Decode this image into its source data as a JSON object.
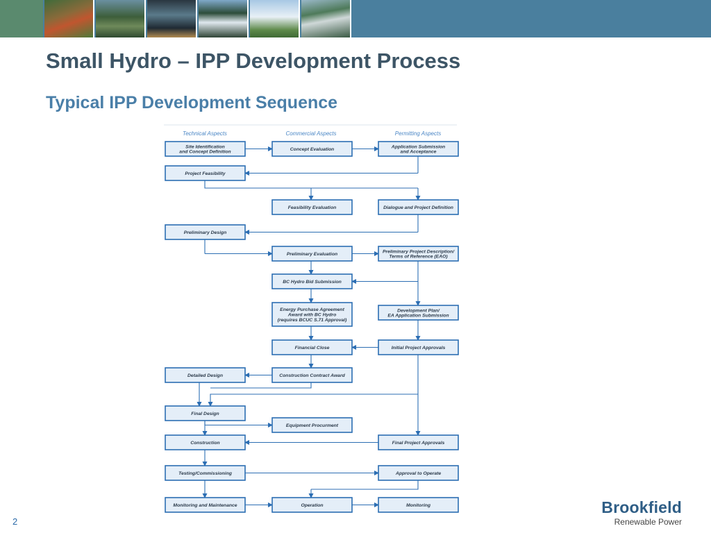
{
  "slide": {
    "title": "Small Hydro – IPP Development Process",
    "subtitle": "Typical IPP Development Sequence",
    "page_number": "2"
  },
  "logo": {
    "name": "Brookfield",
    "tagline": "Renewable Power"
  },
  "colors": {
    "banner": "#4a7f9e",
    "title": "#3d5566",
    "subtitle": "#4a7fa8",
    "box_fill": "#e4eef8",
    "box_stroke": "#2c6eb3",
    "arrow": "#2c6eb3"
  },
  "banner_photos": [
    "forest-dam-photo",
    "river-dam-photo",
    "control-room-photo",
    "waterfall-photo",
    "wind-turbine-photo",
    "dam-lake-photo"
  ],
  "flowchart": {
    "columns": [
      "Technical Aspects",
      "Commercial Aspects",
      "Permitting Aspects"
    ],
    "boxes": {
      "site_id": [
        "Site Identification",
        "and Concept Definition"
      ],
      "concept_eval": [
        "Concept Evaluation"
      ],
      "app_sub": [
        "Application Submission",
        "and Acceptance"
      ],
      "feasibility": [
        "Project Feasibility"
      ],
      "feas_eval": [
        "Feasibility Evaluation"
      ],
      "dialogue": [
        "Dialogue and Project Definition"
      ],
      "prelim_design": [
        "Preliminary Design"
      ],
      "prelim_eval": [
        "Preliminary Evaluation"
      ],
      "prelim_desc": [
        "Preliminary Project Description/",
        "Terms of Reference (EAO)"
      ],
      "bid": [
        "BC Hydro Bid Submission"
      ],
      "epa": [
        "Energy Purchase Agreement",
        "Award with BC Hydro",
        "(requires BCUC S.71 Approval)"
      ],
      "dev_plan": [
        "Development Plan/",
        "EA Application Submission"
      ],
      "fin_close": [
        "Financial Close"
      ],
      "init_approvals": [
        "Initial Project Approvals"
      ],
      "detailed": [
        "Detailed Design"
      ],
      "contract": [
        "Construction Contract Award"
      ],
      "final_design": [
        "Final Design"
      ],
      "equipment": [
        "Equipment Procurment"
      ],
      "construction": [
        "Construction"
      ],
      "final_approvals": [
        "Final Project Approvals"
      ],
      "testing": [
        "Testing/Commissioning"
      ],
      "approval_op": [
        "Approval to Operate"
      ],
      "monitoring_maint": [
        "Monitoring and Maintenance"
      ],
      "operation": [
        "Operation"
      ],
      "monitoring": [
        "Monitoring"
      ]
    }
  }
}
